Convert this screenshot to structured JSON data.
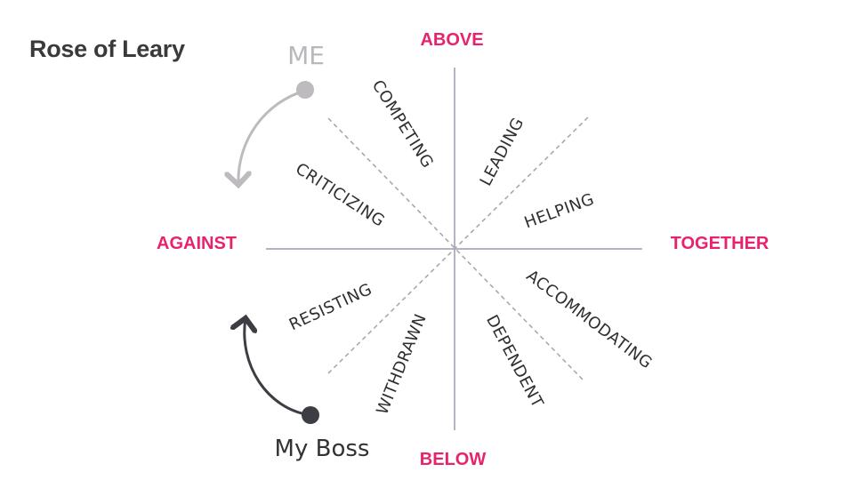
{
  "title": "Rose of Leary",
  "axes": {
    "top": "ABOVE",
    "bottom": "BELOW",
    "left": "AGAINST",
    "right": "TOGETHER"
  },
  "octants": {
    "competing": "COMPETING",
    "leading": "LEADING",
    "criticizing": "CRITICIZING",
    "helping": "HELPING",
    "resisting": "RESISTING",
    "accommodating": "ACCOMMODATING",
    "withdrawn": "WITHDRAWN",
    "dependent": "DEPENDENT"
  },
  "markers": {
    "me": "ME",
    "boss": "My Boss"
  },
  "colors": {
    "axis_text": "#e8236e",
    "solid_axis": "#b6b3c2",
    "dashed_axis": "#a9a9a9",
    "me_marker": "#bdbbbe",
    "boss_marker": "#3d3d44"
  }
}
